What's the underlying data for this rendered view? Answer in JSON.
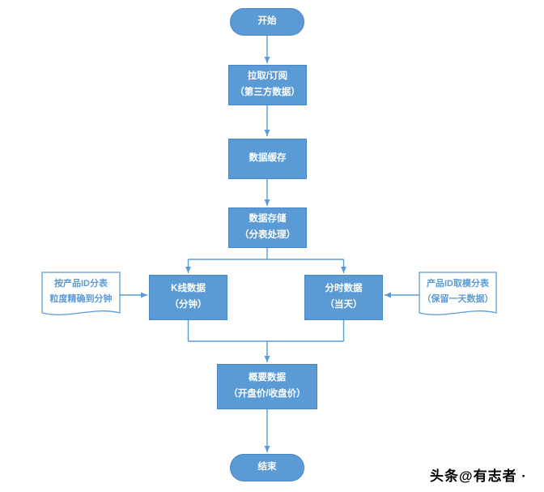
{
  "diagram": {
    "type": "flowchart",
    "nodes": {
      "start": "开始",
      "pull": "拉取/订阅\n（第三方数据）",
      "cache": "数据缓存",
      "storage": "数据存储\n（分表处理）",
      "kline": "K线数据\n（分钟）",
      "timeshare": "分时数据\n（当天）",
      "summary": "概要数据\n（开盘价/收盘价）",
      "end": "结束"
    },
    "notes": {
      "left": "按产品ID分表\n粒度精确到分钟",
      "right": "产品ID取模分表\n（保留一天数据）"
    },
    "edges": [
      [
        "start",
        "pull"
      ],
      [
        "pull",
        "cache"
      ],
      [
        "cache",
        "storage"
      ],
      [
        "storage",
        "kline"
      ],
      [
        "storage",
        "timeshare"
      ],
      [
        "note_left",
        "kline"
      ],
      [
        "note_right",
        "timeshare"
      ],
      [
        "kline",
        "summary"
      ],
      [
        "timeshare",
        "summary"
      ],
      [
        "summary",
        "end"
      ]
    ],
    "colors": {
      "node_fill": "#5b9bd5",
      "node_border": "#4a86c5",
      "node_text": "#ffffff",
      "connector": "#5b9bd5",
      "note_fill": "#ffffff",
      "note_border": "#5b9bd5",
      "note_text": "#5b9bd5",
      "background": "#ffffff"
    },
    "watermark": "头条@有志者 ·"
  }
}
